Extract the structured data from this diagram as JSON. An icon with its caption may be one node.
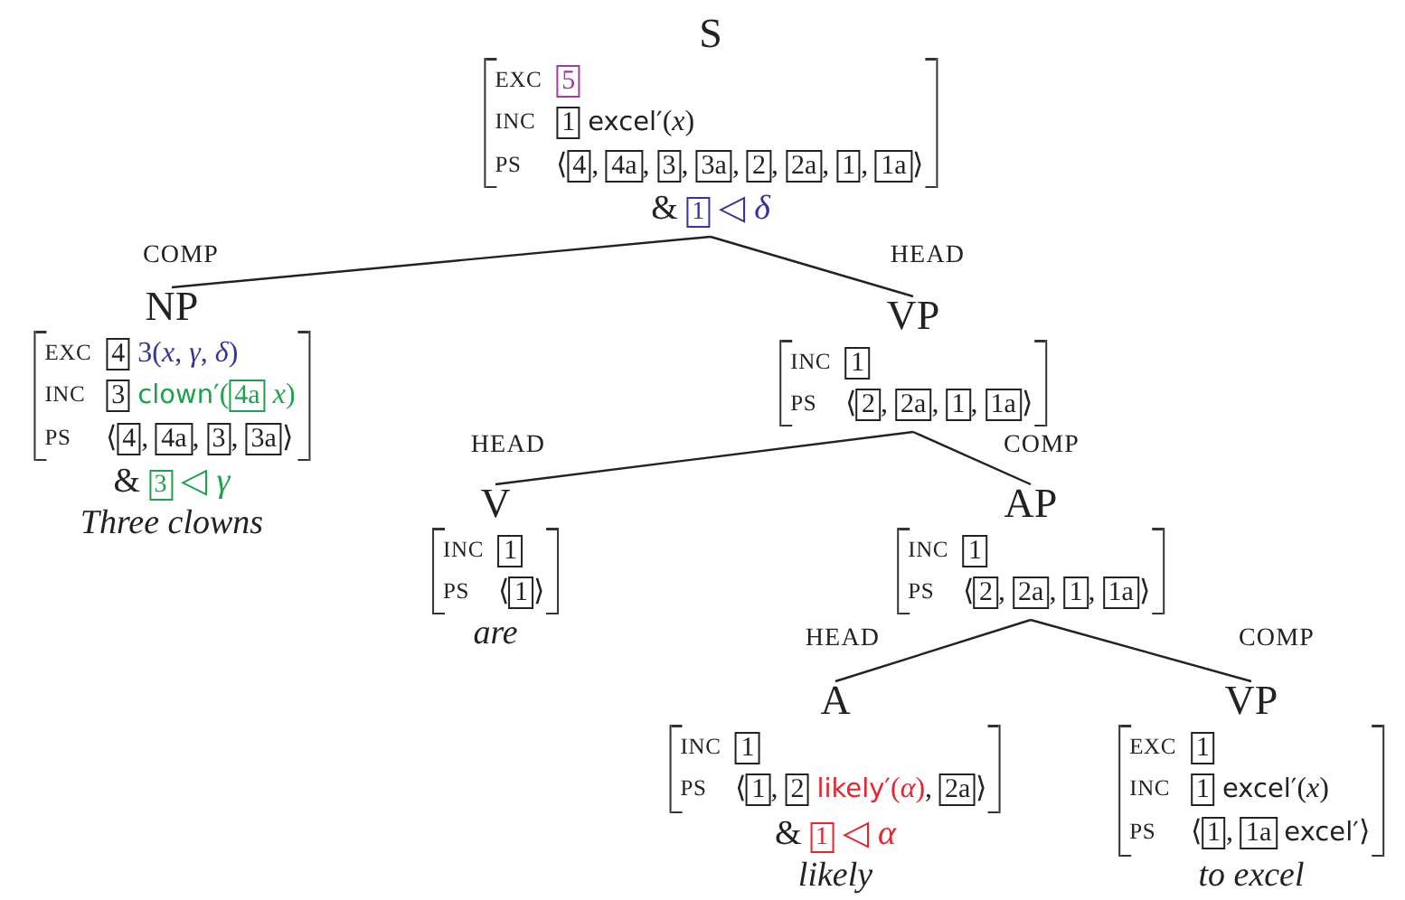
{
  "diagram": {
    "nodes": [
      {
        "text": [
          "S",
          "EXC",
          "5",
          "INC",
          "1 excel′(x)",
          "PS",
          "⟨4, 4a, 3, 3a, 2, 2a, 1, 1a⟩",
          "& 1 ◁ δ"
        ]
      },
      {
        "text": [
          "NP",
          "EXC",
          "4 3(x, γ, δ)",
          "INC",
          "3 clown′(4a x)",
          "PS",
          "⟨4, 4a, 3, 3a⟩",
          "& 3 ◁ γ"
        ],
        "beside": [
          "Three clowns"
        ]
      },
      {
        "text": [
          "VP",
          "INC",
          "1",
          "PS",
          "⟨2, 2a, 1, 1a⟩"
        ]
      },
      {
        "text": [
          "V",
          "INC",
          "1",
          "PS",
          "⟨1⟩"
        ],
        "beside": [
          "are"
        ]
      },
      {
        "text": [
          "AP",
          "INC",
          "1",
          "PS",
          "⟨2, 2a, 1, 1a⟩"
        ]
      },
      {
        "text": [
          "A",
          "INC",
          "1",
          "PS",
          "⟨1, 2 likely′(α), 2a⟩",
          "& 1 ◁ α"
        ],
        "beside": [
          "likely"
        ]
      },
      {
        "text": [
          "VP",
          "EXC",
          "1",
          "INC",
          "1 excel′(x)",
          "PS",
          "⟨1, 1a excel′⟩"
        ],
        "beside": [
          "to excel"
        ]
      }
    ],
    "edges": [
      {
        "from": 0,
        "to": 1,
        "arrow": "none",
        "label": "COMP"
      },
      {
        "from": 0,
        "to": 2,
        "arrow": "none",
        "label": "HEAD"
      },
      {
        "from": 2,
        "to": 3,
        "arrow": "none",
        "label": "HEAD"
      },
      {
        "from": 2,
        "to": 4,
        "arrow": "none",
        "label": "COMP"
      },
      {
        "from": 4,
        "to": 5,
        "arrow": "none",
        "label": "HEAD"
      },
      {
        "from": 4,
        "to": 6,
        "arrow": "none",
        "label": "COMP"
      }
    ]
  }
}
